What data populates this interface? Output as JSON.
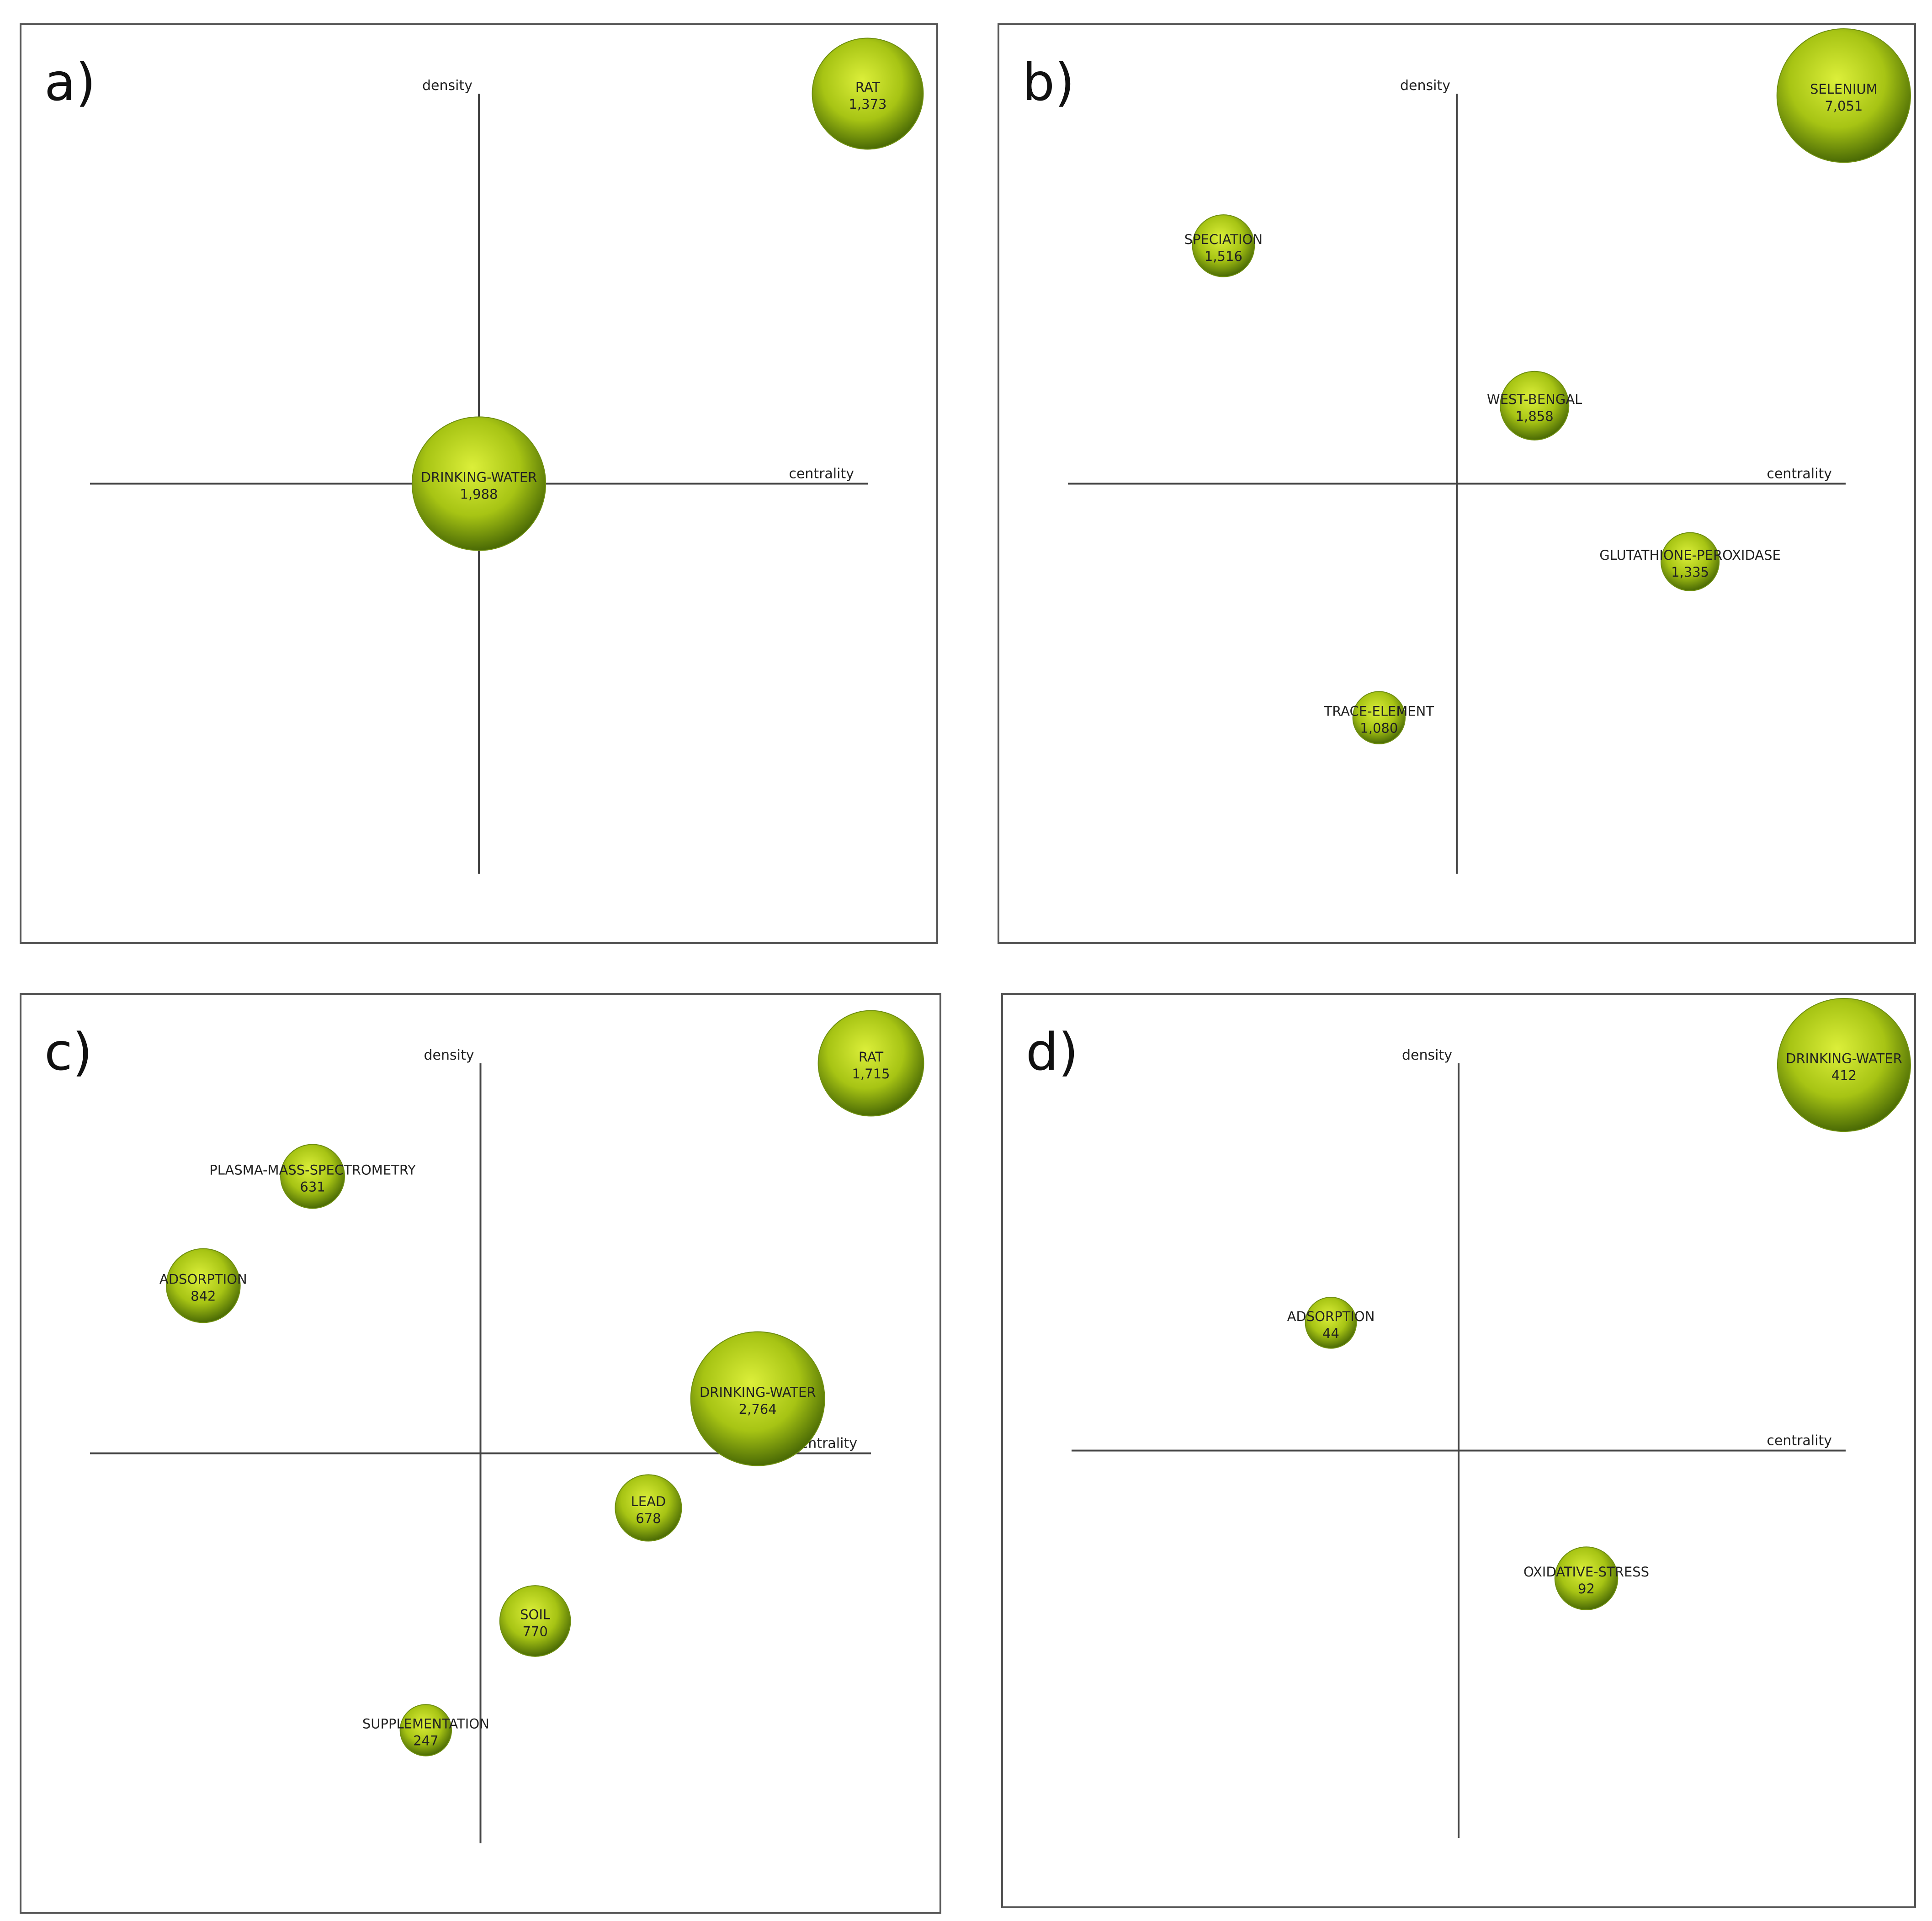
{
  "colors": {
    "bubble_highlight": "#dcef3a",
    "bubble_mid": "#a7c414",
    "bubble_shadow": "#4b6b05",
    "axis": "#444444",
    "label": "#222222"
  },
  "chart_data": [
    {
      "type": "scatter",
      "panel_label": "a)",
      "xlabel": "centrality",
      "ylabel": "density",
      "points": [
        {
          "label": "RAT",
          "value": "1,373",
          "x": 1.0,
          "y": 1.0,
          "size": 1373
        },
        {
          "label": "DRINKING-WATER",
          "value": "1,988",
          "x": 0.0,
          "y": 0.0,
          "size": 1988
        }
      ]
    },
    {
      "type": "scatter",
      "panel_label": "b)",
      "xlabel": "centrality",
      "ylabel": "density",
      "points": [
        {
          "label": "SELENIUM",
          "value": "7,051",
          "x": 1.0,
          "y": 1.0,
          "size": 7051
        },
        {
          "label": "SPECIATION",
          "value": "1,516",
          "x": -0.6,
          "y": 0.61,
          "size": 1516
        },
        {
          "label": "WEST-BENGAL",
          "value": "1,858",
          "x": 0.2,
          "y": 0.2,
          "size": 1858
        },
        {
          "label": "GLUTATHIONE-PEROXIDASE",
          "value": "1,335",
          "x": 0.6,
          "y": -0.2,
          "size": 1335
        },
        {
          "label": "TRACE-ELEMENT",
          "value": "1,080",
          "x": -0.2,
          "y": -0.6,
          "size": 1080
        }
      ]
    },
    {
      "type": "scatter",
      "panel_label": "c)",
      "xlabel": "centrality",
      "ylabel": "density",
      "points": [
        {
          "label": "RAT",
          "value": "1,715",
          "x": 1.0,
          "y": 1.0,
          "size": 1715
        },
        {
          "label": "PLASMA-MASS-SPECTROMETRY",
          "value": "631",
          "x": -0.43,
          "y": 0.71,
          "size": 631
        },
        {
          "label": "ADSORPTION",
          "value": "842",
          "x": -0.71,
          "y": 0.43,
          "size": 842
        },
        {
          "label": "DRINKING-WATER",
          "value": "2,764",
          "x": 0.71,
          "y": 0.14,
          "size": 2764
        },
        {
          "label": "LEAD",
          "value": "678",
          "x": 0.43,
          "y": -0.14,
          "size": 678
        },
        {
          "label": "SOIL",
          "value": "770",
          "x": 0.14,
          "y": -0.43,
          "size": 770
        },
        {
          "label": "SUPPLEMENTATION",
          "value": "247",
          "x": -0.14,
          "y": -0.71,
          "size": 247
        }
      ]
    },
    {
      "type": "scatter",
      "panel_label": "d)",
      "xlabel": "centrality",
      "ylabel": "density",
      "points": [
        {
          "label": "DRINKING-WATER",
          "value": "412",
          "x": 1.0,
          "y": 1.0,
          "size": 412
        },
        {
          "label": "ADSORPTION",
          "value": "44",
          "x": -0.33,
          "y": 0.33,
          "size": 44
        },
        {
          "label": "OXIDATIVE-STRESS",
          "value": "92",
          "x": 0.33,
          "y": -0.33,
          "size": 92
        }
      ]
    }
  ]
}
